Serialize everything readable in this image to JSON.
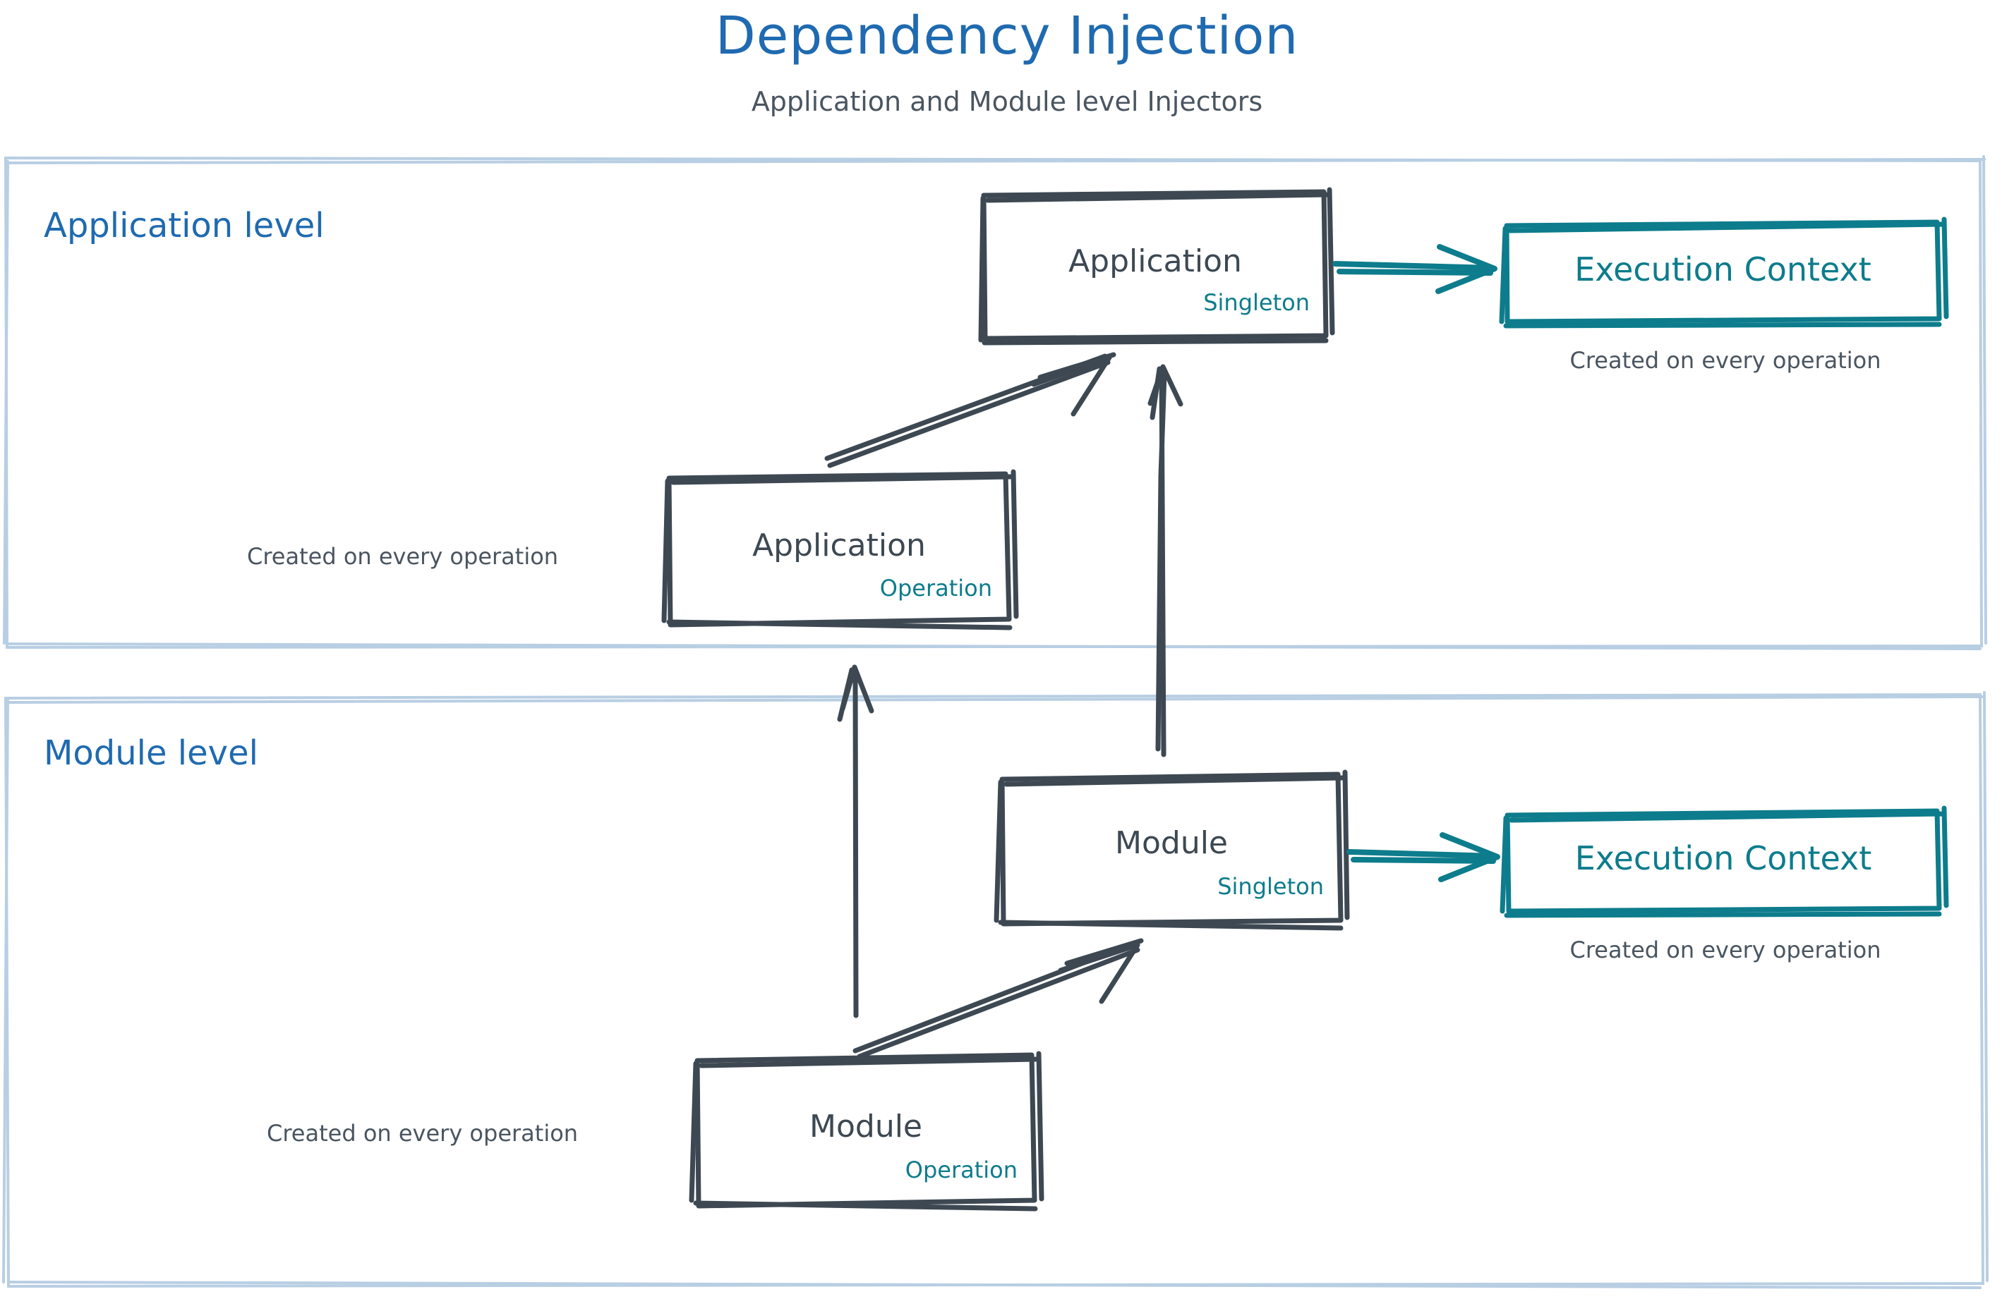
{
  "header": {
    "title": "Dependency Injection",
    "subtitle": "Application and Module level Injectors"
  },
  "colors": {
    "title_blue": "#1f6ab0",
    "panel_border": "#b8cee3",
    "node_stroke": "#3d4852",
    "node_text": "#3d4852",
    "scope_teal": "#0d7c8c",
    "note_text": "#4a5560",
    "background": "#ffffff"
  },
  "panels": [
    {
      "id": "application-level",
      "title": "Application level",
      "nodes": [
        {
          "id": "application-singleton",
          "label": "Application",
          "scope": "Singleton",
          "kind": "injector"
        },
        {
          "id": "application-execution-context",
          "label": "Execution Context",
          "kind": "execution-context",
          "note": "Created on every operation"
        },
        {
          "id": "application-operation",
          "label": "Application",
          "scope": "Operation",
          "kind": "injector",
          "note": "Created on every operation"
        }
      ]
    },
    {
      "id": "module-level",
      "title": "Module level",
      "nodes": [
        {
          "id": "module-singleton",
          "label": "Module",
          "scope": "Singleton",
          "kind": "injector"
        },
        {
          "id": "module-execution-context",
          "label": "Execution Context",
          "kind": "execution-context",
          "note": "Created on every operation"
        },
        {
          "id": "module-operation",
          "label": "Module",
          "scope": "Operation",
          "kind": "injector",
          "note": "Created on every operation"
        }
      ]
    }
  ],
  "edges": [
    {
      "id": "app-operation-to-app-singleton",
      "from": "application-operation",
      "to": "application-singleton",
      "style": "double",
      "color": "#3d4852"
    },
    {
      "id": "app-singleton-to-execution-context",
      "from": "application-singleton",
      "to": "application-execution-context",
      "style": "double",
      "color": "#0d7c8c"
    },
    {
      "id": "module-singleton-to-app-singleton",
      "from": "module-singleton",
      "to": "application-singleton",
      "style": "double",
      "color": "#3d4852"
    },
    {
      "id": "module-operation-to-app-operation",
      "from": "module-operation",
      "to": "application-operation",
      "style": "single",
      "color": "#3d4852"
    },
    {
      "id": "module-operation-to-module-singleton",
      "from": "module-operation",
      "to": "module-singleton",
      "style": "double",
      "color": "#3d4852"
    },
    {
      "id": "module-singleton-to-execution-context",
      "from": "module-singleton",
      "to": "module-execution-context",
      "style": "double",
      "color": "#0d7c8c"
    }
  ],
  "labels": {
    "application_singleton_main": "Application",
    "application_singleton_scope": "Singleton",
    "application_execution_context": "Execution Context",
    "application_execution_context_note": "Created on every operation",
    "application_operation_main": "Application",
    "application_operation_scope": "Operation",
    "application_operation_note": "Created on every operation",
    "module_singleton_main": "Module",
    "module_singleton_scope": "Singleton",
    "module_execution_context": "Execution Context",
    "module_execution_context_note": "Created on every operation",
    "module_operation_main": "Module",
    "module_operation_scope": "Operation",
    "module_operation_note": "Created on every operation",
    "panel_application": "Application level",
    "panel_module": "Module level"
  }
}
